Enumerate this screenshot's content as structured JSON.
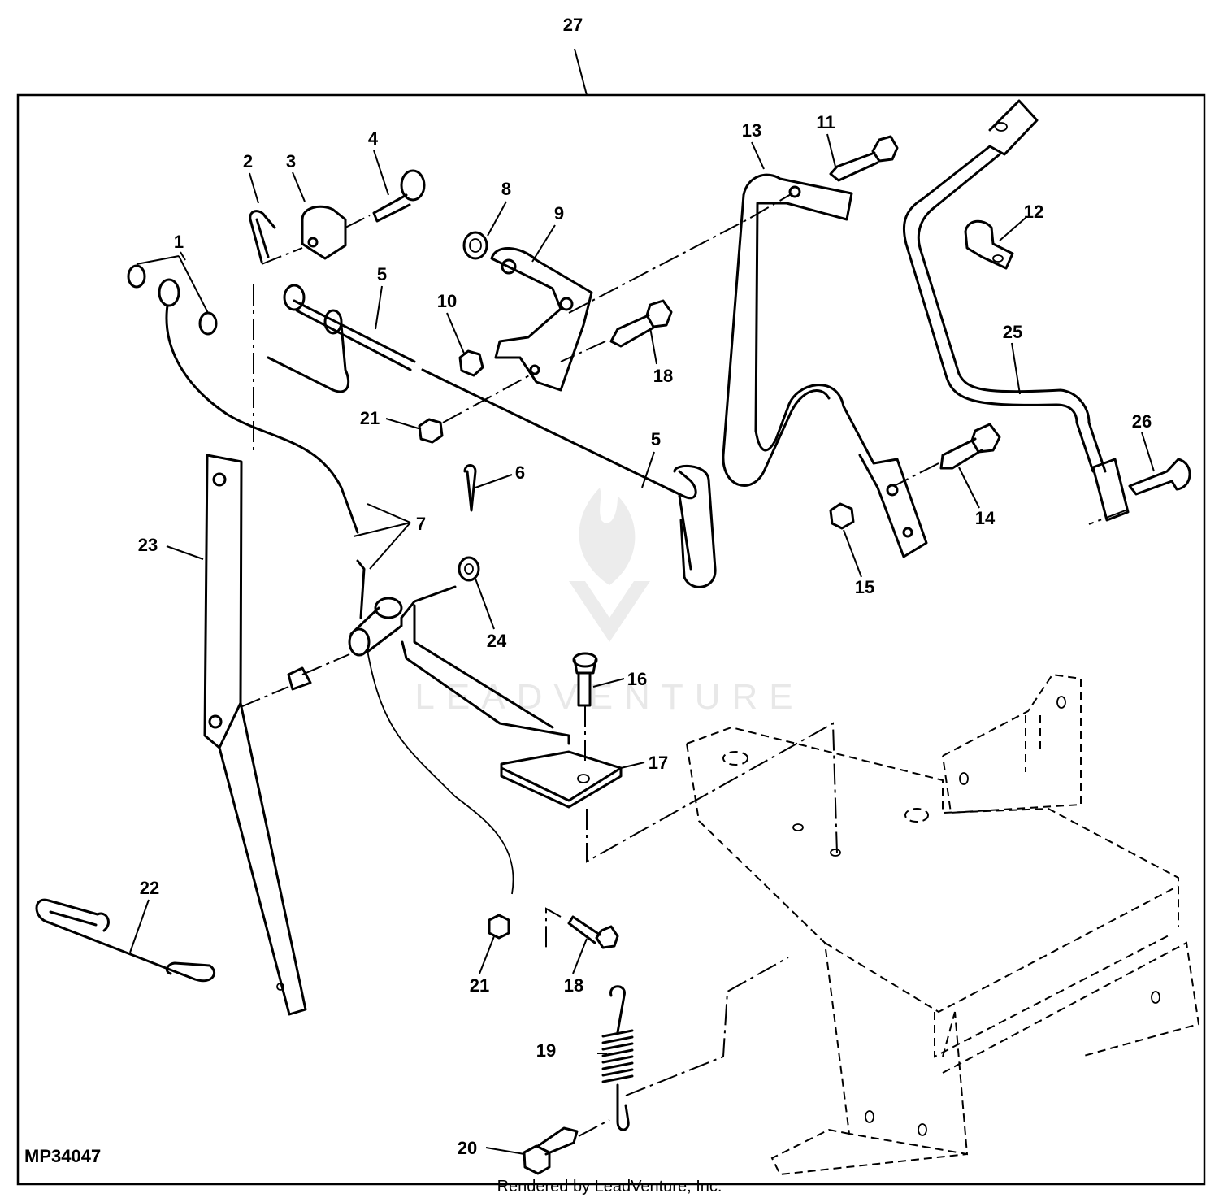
{
  "diagram": {
    "figure_id": "MP34047",
    "credit": "Rendered by LeadVenture, Inc.",
    "watermark": "LEADVENTURE",
    "callouts": [
      "1",
      "2",
      "3",
      "4",
      "5",
      "5",
      "6",
      "7",
      "8",
      "9",
      "10",
      "11",
      "12",
      "13",
      "14",
      "15",
      "16",
      "17",
      "18",
      "18",
      "19",
      "20",
      "21",
      "21",
      "22",
      "23",
      "24",
      "25",
      "26",
      "27"
    ]
  }
}
